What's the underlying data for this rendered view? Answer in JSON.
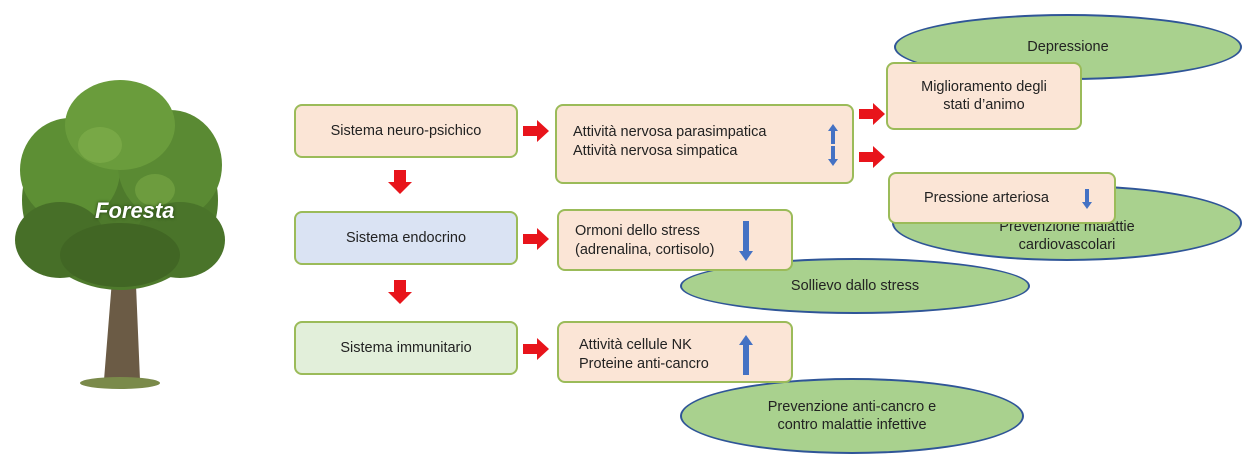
{
  "tree": {
    "label": "Foresta"
  },
  "systems": {
    "neuro": "Sistema neuro-psichico",
    "endocrine": "Sistema endocrino",
    "immune": "Sistema immunitario"
  },
  "effects": {
    "neuro_line1": "Attività nervosa parasimpatica",
    "neuro_line2": "Attività nervosa simpatica",
    "endocrine_line1": "Ormoni dello stress",
    "endocrine_line2": "(adrenalina, cortisolo)",
    "immune_line1": "Attività cellule NK",
    "immune_line2": "Proteine anti-cancro"
  },
  "outcomes": {
    "mood_line1": "Miglioramento degli",
    "mood_line2": "stati d’animo",
    "pressure": "Pressione arteriosa"
  },
  "benefits": {
    "depression": "Depressione",
    "cardio_line1": "Prevenzione malattie",
    "cardio_line2": "cardiovascolari",
    "stress": "Sollievo dallo stress",
    "cancer_line1": "Prevenzione anti-cancro e",
    "cancer_line2": "contro malattie infettive"
  },
  "colors": {
    "box_border": "#9bbb59",
    "peach": "#fbe5d6",
    "blue": "#dae3f3",
    "light_green": "#e2efda",
    "ellipse_fill": "#a9d18e",
    "ellipse_border": "#2f5597",
    "red_arrow": "#e8141b",
    "blue_arrow": "#4472c4"
  }
}
